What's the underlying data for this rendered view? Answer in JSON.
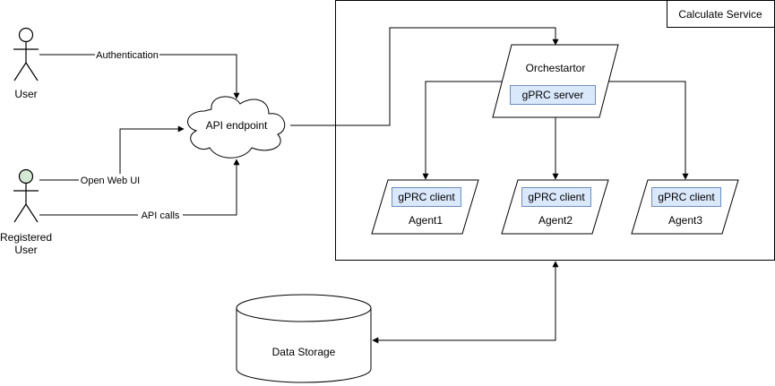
{
  "colors": {
    "stroke": "#000000",
    "background": "#ffffff",
    "actor_registered_fill": "#d5e8d4",
    "box_fill": "#dae8fc",
    "box_stroke": "#6c8ebf"
  },
  "actors": {
    "user": {
      "label": "User"
    },
    "registered_user": {
      "line1": "Registered",
      "line2": "User"
    }
  },
  "edges": {
    "authentication": "Authentication",
    "open_web_ui": "Open Web UI",
    "api_calls": "API calls"
  },
  "api_endpoint": {
    "label": "API endpoint"
  },
  "calculate_service": {
    "title": "Calculate Service"
  },
  "orchestrator": {
    "label": "Orchestartor",
    "server_label": "gPRC server"
  },
  "agents": [
    {
      "label": "Agent1",
      "client_label": "gPRC client"
    },
    {
      "label": "Agent2",
      "client_label": "gPRC client"
    },
    {
      "label": "Agent3",
      "client_label": "gPRC client"
    }
  ],
  "data_storage": {
    "label": "Data Storage"
  }
}
